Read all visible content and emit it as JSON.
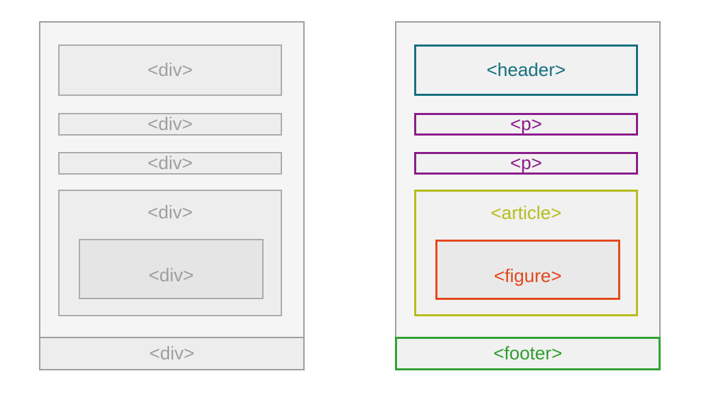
{
  "colors": {
    "page-bg": "#ffffff",
    "panel-bg": "#f5f5f5",
    "panel-border": "#9d9d9d",
    "plain-box-bg": "#ededed",
    "plain-box-border": "#ababab",
    "plain-nested-bg": "#e5e5e5",
    "plain-text": "#9f9f9f",
    "semantic-box-bg": "#f1f1f1",
    "nested-box-bg": "#e9e9e9",
    "teal": "#16707f",
    "purple": "#8a1b8a",
    "olive": "#b5bd1b",
    "orange": "#e5471d",
    "green": "#2fa02f"
  },
  "left_panel": {
    "description": "non-semantic layout made only of div elements",
    "boxes": {
      "top": {
        "label": "<div>"
      },
      "row1": {
        "label": "<div>"
      },
      "row2": {
        "label": "<div>"
      },
      "large": {
        "label": "<div>"
      },
      "nested": {
        "label": "<div>"
      },
      "footer": {
        "label": "<div>"
      }
    }
  },
  "right_panel": {
    "description": "same layout using semantic HTML5 elements",
    "boxes": {
      "top": {
        "label": "<header>"
      },
      "row1": {
        "label": "<p>"
      },
      "row2": {
        "label": "<p>"
      },
      "large": {
        "label": "<article>"
      },
      "nested": {
        "label": "<figure>"
      },
      "footer": {
        "label": "<footer>"
      }
    }
  }
}
